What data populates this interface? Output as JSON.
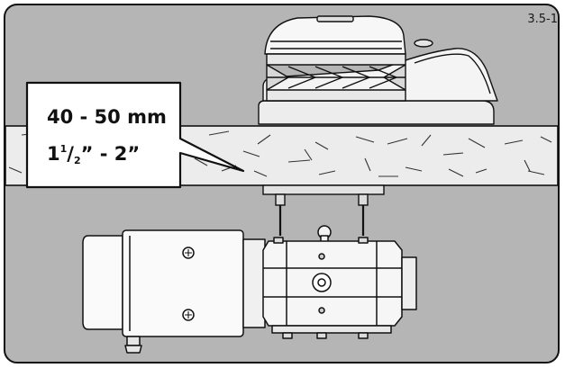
{
  "figure": {
    "number": "3.5-1"
  },
  "callout": {
    "metric": "40 - 50 mm",
    "imperial_whole": "1",
    "imperial_frac_num": "1",
    "imperial_frac_den": "2",
    "imperial_rest": "” - 2”"
  },
  "colors": {
    "background": "#b5b5b5",
    "line": "#111111",
    "deck": "#ececec",
    "motor": "#fafafa"
  }
}
